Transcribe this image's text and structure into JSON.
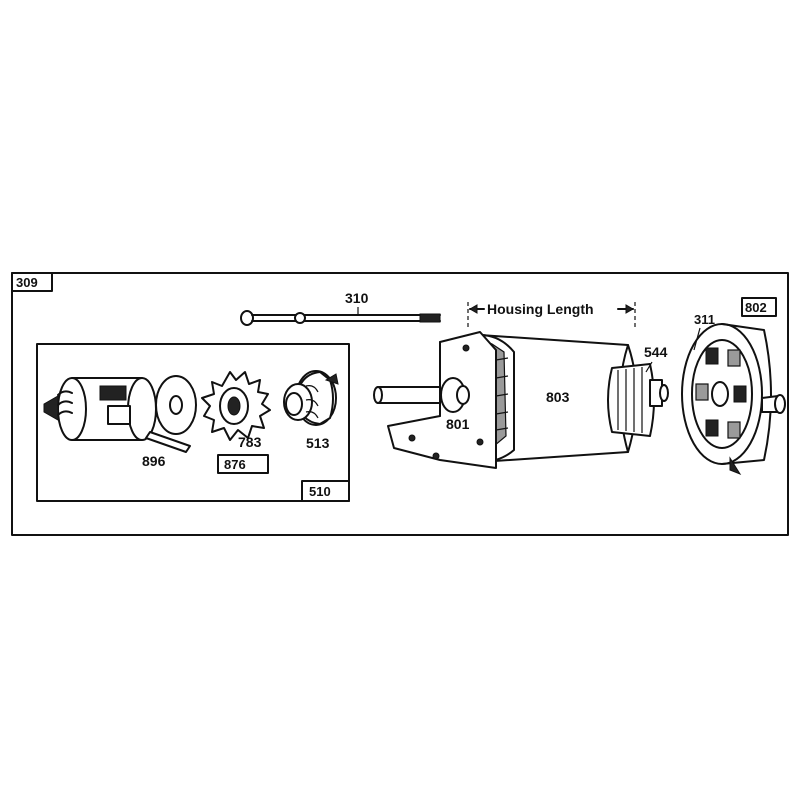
{
  "callouts": {
    "kit": "309",
    "rod": "310",
    "drive_assembly": "510",
    "clutch": "896",
    "spring_retainer": "876",
    "gear": "783",
    "nut": "513",
    "housing_length_label": "Housing Length",
    "housing": "803",
    "bracket": "801",
    "armature_end": "544",
    "end_cap": "802",
    "brush": "311"
  }
}
